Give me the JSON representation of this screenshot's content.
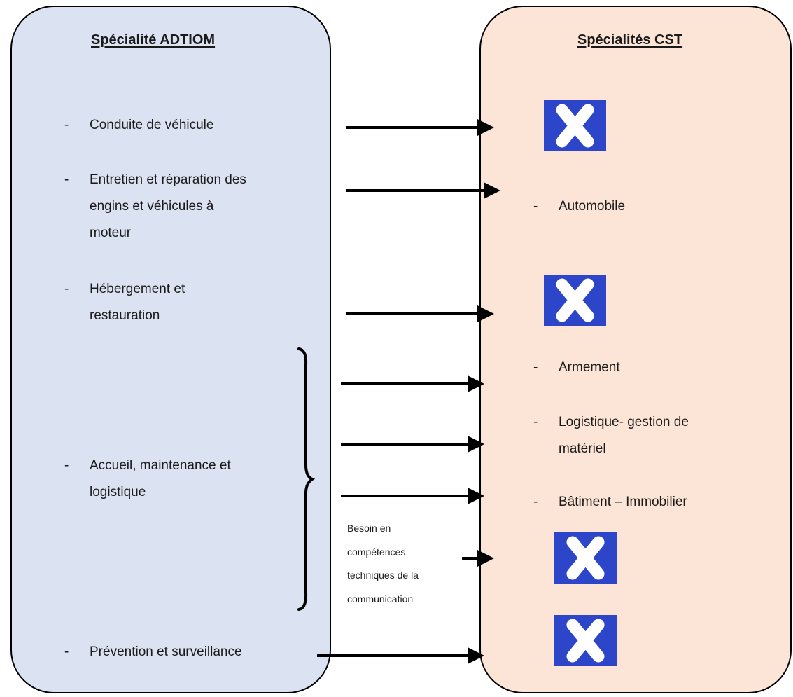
{
  "left": {
    "title": "Spécialité ADTIOM",
    "items": [
      {
        "dash": "-",
        "lines": [
          "Conduite de véhicule"
        ]
      },
      {
        "dash": "-",
        "lines": [
          "Entretien et réparation des",
          "engins et véhicules à",
          "moteur"
        ]
      },
      {
        "dash": "-",
        "lines": [
          "Hébergement et",
          "restauration"
        ]
      },
      {
        "dash": "-",
        "lines": [
          "Accueil, maintenance et",
          "logistique"
        ]
      },
      {
        "dash": "-",
        "lines": [
          "Prévention et surveillance"
        ]
      }
    ]
  },
  "right": {
    "title": "Spécialités CST",
    "items": [
      {
        "dash": "-",
        "lines": [
          "Automobile"
        ]
      },
      {
        "dash": "-",
        "lines": [
          "Armement"
        ]
      },
      {
        "dash": "-",
        "lines": [
          "Logistique- gestion de",
          "matériel"
        ]
      },
      {
        "dash": "-",
        "lines": [
          "Bâtiment – Immobilier"
        ]
      }
    ],
    "no_match_icon": "x-cross-icon",
    "no_match_color": "#2d45c9"
  },
  "note": {
    "lines": [
      "Besoin en",
      "compétences",
      "techniques  de la",
      "communication"
    ]
  },
  "colors": {
    "left_panel": "#dbe2f1",
    "right_panel": "#fce5d6",
    "arrow": "#000000"
  }
}
